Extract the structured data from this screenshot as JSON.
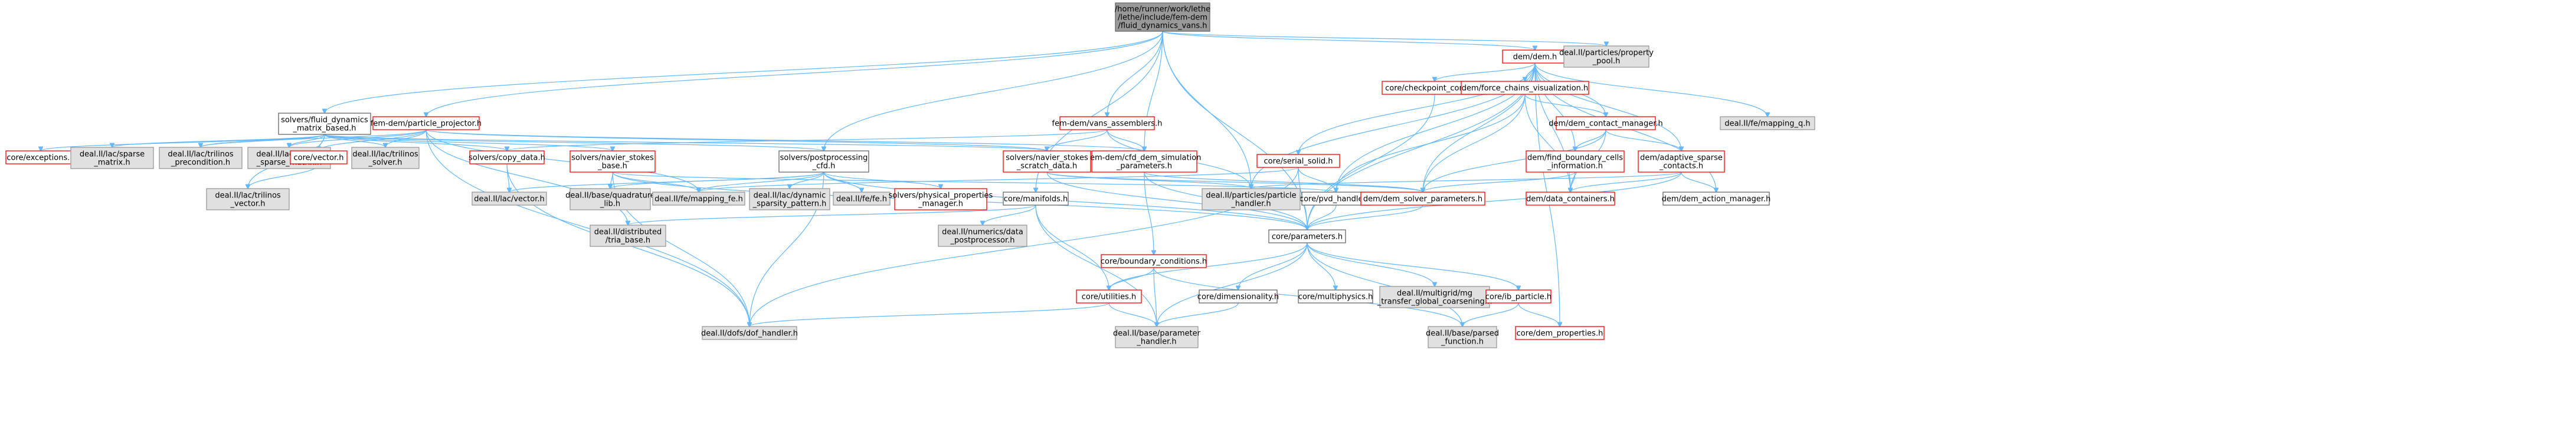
{
  "nodes": {
    "root": {
      "lines": [
        "/home/runner/work/lethe",
        "/lethe/include/fem-dem",
        "/fluid_dynamics_vans.h"
      ],
      "style": "root"
    },
    "dem": {
      "lines": [
        "dem/dem.h"
      ],
      "style": "red"
    },
    "ppool": {
      "lines": [
        "deal.II/particles/property",
        "_pool.h"
      ],
      "style": "grey"
    },
    "mappingq": {
      "lines": [
        "deal.II/fe/mapping_q.h"
      ],
      "style": "grey"
    },
    "fdmb": {
      "lines": [
        "solvers/fluid_dynamics",
        "_matrix_based.h"
      ],
      "style": "black"
    },
    "partproj": {
      "lines": [
        "fem-dem/particle_projector.h"
      ],
      "style": "red"
    },
    "vansasm": {
      "lines": [
        "fem-dem/vans_assemblers.h"
      ],
      "style": "red"
    },
    "cfddem": {
      "lines": [
        "fem-dem/cfd_dem_simulation",
        "_parameters.h"
      ],
      "style": "red"
    },
    "checkpt": {
      "lines": [
        "core/checkpoint_control.h"
      ],
      "style": "red"
    },
    "fcviz": {
      "lines": [
        "dem/force_chains_visualization.h"
      ],
      "style": "red"
    },
    "contactmgr": {
      "lines": [
        "dem/dem_contact_manager.h"
      ],
      "style": "red"
    },
    "findbound": {
      "lines": [
        "dem/find_boundary_cells",
        "_information.h"
      ],
      "style": "red"
    },
    "adaptive": {
      "lines": [
        "dem/adaptive_sparse",
        "_contacts.h"
      ],
      "style": "red"
    },
    "serialsolid": {
      "lines": [
        "core/serial_solid.h"
      ],
      "style": "red"
    },
    "postproc": {
      "lines": [
        "solvers/postprocessing",
        "_cfd.h"
      ],
      "style": "black"
    },
    "exceptions": {
      "lines": [
        "core/exceptions.h"
      ],
      "style": "red"
    },
    "trisparsem": {
      "lines": [
        "deal.II/lac/sparse",
        "_matrix.h"
      ],
      "style": "grey"
    },
    "triprecond": {
      "lines": [
        "deal.II/lac/trilinos",
        "_precondition.h"
      ],
      "style": "grey"
    },
    "trisparsemat": {
      "lines": [
        "deal.II/lac/trilinos",
        "_sparse_matrix.h"
      ],
      "style": "grey"
    },
    "corevector": {
      "lines": [
        "core/vector.h"
      ],
      "style": "red"
    },
    "trisolver": {
      "lines": [
        "deal.II/lac/trilinos",
        "_solver.h"
      ],
      "style": "grey"
    },
    "copydata": {
      "lines": [
        "solvers/copy_data.h"
      ],
      "style": "red"
    },
    "nsbase": {
      "lines": [
        "solvers/navier_stokes",
        "_base.h"
      ],
      "style": "red"
    },
    "nsscratch": {
      "lines": [
        "solvers/navier_stokes",
        "_scratch_data.h"
      ],
      "style": "red"
    },
    "trivector": {
      "lines": [
        "deal.II/lac/trilinos",
        "_vector.h"
      ],
      "style": "grey"
    },
    "lacvector": {
      "lines": [
        "deal.II/lac/vector.h"
      ],
      "style": "grey"
    },
    "quadlib": {
      "lines": [
        "deal.II/base/quadrature",
        "_lib.h"
      ],
      "style": "grey"
    },
    "mappingfe": {
      "lines": [
        "deal.II/fe/mapping_fe.h"
      ],
      "style": "grey"
    },
    "dynsparse": {
      "lines": [
        "deal.II/lac/dynamic",
        "_sparsity_pattern.h"
      ],
      "style": "grey"
    },
    "fefe": {
      "lines": [
        "deal.II/fe/fe.h"
      ],
      "style": "grey"
    },
    "physprops": {
      "lines": [
        "solvers/physical_properties",
        "_manager.h"
      ],
      "style": "red"
    },
    "manifolds": {
      "lines": [
        "core/manifolds.h"
      ],
      "style": "black"
    },
    "pvdhandler": {
      "lines": [
        "core/pvd_handler.h"
      ],
      "style": "black"
    },
    "parthandler": {
      "lines": [
        "deal.II/particles/particle",
        "_handler.h"
      ],
      "style": "grey"
    },
    "demsolver": {
      "lines": [
        "dem/dem_solver_parameters.h"
      ],
      "style": "red"
    },
    "datacont": {
      "lines": [
        "dem/data_containers.h"
      ],
      "style": "red"
    },
    "actionmgr": {
      "lines": [
        "dem/dem_action_manager.h"
      ],
      "style": "black"
    },
    "tribase": {
      "lines": [
        "deal.II/distributed",
        "/tria_base.h"
      ],
      "style": "grey"
    },
    "datapost": {
      "lines": [
        "deal.II/numerics/data",
        "_postprocessor.h"
      ],
      "style": "grey"
    },
    "boundcond": {
      "lines": [
        "core/boundary_conditions.h"
      ],
      "style": "red"
    },
    "params": {
      "lines": [
        "core/parameters.h"
      ],
      "style": "black"
    },
    "utilities": {
      "lines": [
        "core/utilities.h"
      ],
      "style": "red"
    },
    "dimensionality": {
      "lines": [
        "core/dimensionality.h"
      ],
      "style": "black"
    },
    "multiphysics": {
      "lines": [
        "core/multiphysics.h"
      ],
      "style": "black"
    },
    "mgtransfer": {
      "lines": [
        "deal.II/multigrid/mg",
        "_transfer_global_coarsening.h"
      ],
      "style": "grey"
    },
    "ibparticle": {
      "lines": [
        "core/ib_particle.h"
      ],
      "style": "red"
    },
    "dofhandler": {
      "lines": [
        "deal.II/dofs/dof_handler.h"
      ],
      "style": "grey"
    },
    "paramhandler": {
      "lines": [
        "deal.II/base/parameter",
        "_handler.h"
      ],
      "style": "grey"
    },
    "parsedfn": {
      "lines": [
        "deal.II/base/parsed",
        "_function.h"
      ],
      "style": "grey"
    },
    "demprops": {
      "lines": [
        "core/dem_properties.h"
      ],
      "style": "red"
    }
  },
  "edges": [
    [
      "root",
      "dem"
    ],
    [
      "root",
      "ppool"
    ],
    [
      "root",
      "fdmb"
    ],
    [
      "root",
      "partproj"
    ],
    [
      "root",
      "vansasm"
    ],
    [
      "root",
      "cfddem"
    ],
    [
      "root",
      "postproc"
    ],
    [
      "root",
      "manifolds"
    ],
    [
      "root",
      "parthandler"
    ],
    [
      "root",
      "params"
    ],
    [
      "dem",
      "mappingq"
    ],
    [
      "dem",
      "checkpt"
    ],
    [
      "dem",
      "fcviz"
    ],
    [
      "dem",
      "contactmgr"
    ],
    [
      "dem",
      "findbound"
    ],
    [
      "dem",
      "adaptive"
    ],
    [
      "dem",
      "serialsolid"
    ],
    [
      "dem",
      "pvdhandler"
    ],
    [
      "dem",
      "parthandler"
    ],
    [
      "dem",
      "demsolver"
    ],
    [
      "dem",
      "datacont"
    ],
    [
      "dem",
      "actionmgr"
    ],
    [
      "dem",
      "params"
    ],
    [
      "dem",
      "demprops"
    ],
    [
      "fdmb",
      "exceptions"
    ],
    [
      "fdmb",
      "trisparsem"
    ],
    [
      "fdmb",
      "triprecond"
    ],
    [
      "fdmb",
      "trisparsemat"
    ],
    [
      "fdmb",
      "corevector"
    ],
    [
      "fdmb",
      "trisolver"
    ],
    [
      "fdmb",
      "copydata"
    ],
    [
      "fdmb",
      "nsbase"
    ],
    [
      "fdmb",
      "nsscratch"
    ],
    [
      "fdmb",
      "trivector"
    ],
    [
      "fdmb",
      "postproc"
    ],
    [
      "partproj",
      "triprecond"
    ],
    [
      "partproj",
      "trisparsemat"
    ],
    [
      "partproj",
      "corevector"
    ],
    [
      "partproj",
      "trisolver"
    ],
    [
      "partproj",
      "nsscratch"
    ],
    [
      "partproj",
      "mappingfe"
    ],
    [
      "partproj",
      "tribase"
    ],
    [
      "partproj",
      "dofhandler"
    ],
    [
      "partproj",
      "cfddem"
    ],
    [
      "vansasm",
      "copydata"
    ],
    [
      "vansasm",
      "nsscratch"
    ],
    [
      "vansasm",
      "cfddem"
    ],
    [
      "vansasm",
      "parthandler"
    ],
    [
      "cfddem",
      "boundcond"
    ],
    [
      "cfddem",
      "params"
    ],
    [
      "cfddem",
      "demsolver"
    ],
    [
      "checkpt",
      "params"
    ],
    [
      "fcviz",
      "contactmgr"
    ],
    [
      "fcviz",
      "pvdhandler"
    ],
    [
      "fcviz",
      "demsolver"
    ],
    [
      "fcviz",
      "datacont"
    ],
    [
      "contactmgr",
      "findbound"
    ],
    [
      "contactmgr",
      "adaptive"
    ],
    [
      "contactmgr",
      "datacont"
    ],
    [
      "contactmgr",
      "demsolver"
    ],
    [
      "findbound",
      "demsolver"
    ],
    [
      "findbound",
      "datacont"
    ],
    [
      "adaptive",
      "datacont"
    ],
    [
      "adaptive",
      "actionmgr"
    ],
    [
      "adaptive",
      "parthandler"
    ],
    [
      "adaptive",
      "params"
    ],
    [
      "serialsolid",
      "mappingfe"
    ],
    [
      "serialsolid",
      "pvdhandler"
    ],
    [
      "serialsolid",
      "params"
    ],
    [
      "serialsolid",
      "dofhandler"
    ],
    [
      "postproc",
      "lacvector"
    ],
    [
      "postproc",
      "quadlib"
    ],
    [
      "postproc",
      "mappingfe"
    ],
    [
      "postproc",
      "dynsparse"
    ],
    [
      "postproc",
      "fefe"
    ],
    [
      "postproc",
      "physprops"
    ],
    [
      "postproc",
      "dofhandler"
    ],
    [
      "postproc",
      "params"
    ],
    [
      "corevector",
      "trivector"
    ],
    [
      "copydata",
      "lacvector"
    ],
    [
      "copydata",
      "dofhandler"
    ],
    [
      "nsbase",
      "quadlib"
    ],
    [
      "nsbase",
      "mappingfe"
    ],
    [
      "nsbase",
      "dofhandler"
    ],
    [
      "nsbase",
      "pvdhandler"
    ],
    [
      "nsbase",
      "params"
    ],
    [
      "nsscratch",
      "parthandler"
    ],
    [
      "nsscratch",
      "params"
    ],
    [
      "nsscratch",
      "demsolver"
    ],
    [
      "manifolds",
      "tribase"
    ],
    [
      "manifolds",
      "datapost"
    ],
    [
      "manifolds",
      "utilities"
    ],
    [
      "manifolds",
      "paramhandler"
    ],
    [
      "pvdhandler",
      "params"
    ],
    [
      "demsolver",
      "params"
    ],
    [
      "boundcond",
      "utilities"
    ],
    [
      "boundcond",
      "paramhandler"
    ],
    [
      "boundcond",
      "parsedfn"
    ],
    [
      "params",
      "utilities"
    ],
    [
      "params",
      "dimensionality"
    ],
    [
      "params",
      "multiphysics"
    ],
    [
      "params",
      "mgtransfer"
    ],
    [
      "params",
      "ibparticle"
    ],
    [
      "params",
      "paramhandler"
    ],
    [
      "params",
      "parsedfn"
    ],
    [
      "utilities",
      "dofhandler"
    ],
    [
      "utilities",
      "paramhandler"
    ],
    [
      "dimensionality",
      "paramhandler"
    ],
    [
      "ibparticle",
      "parsedfn"
    ],
    [
      "ibparticle",
      "demprops"
    ]
  ]
}
